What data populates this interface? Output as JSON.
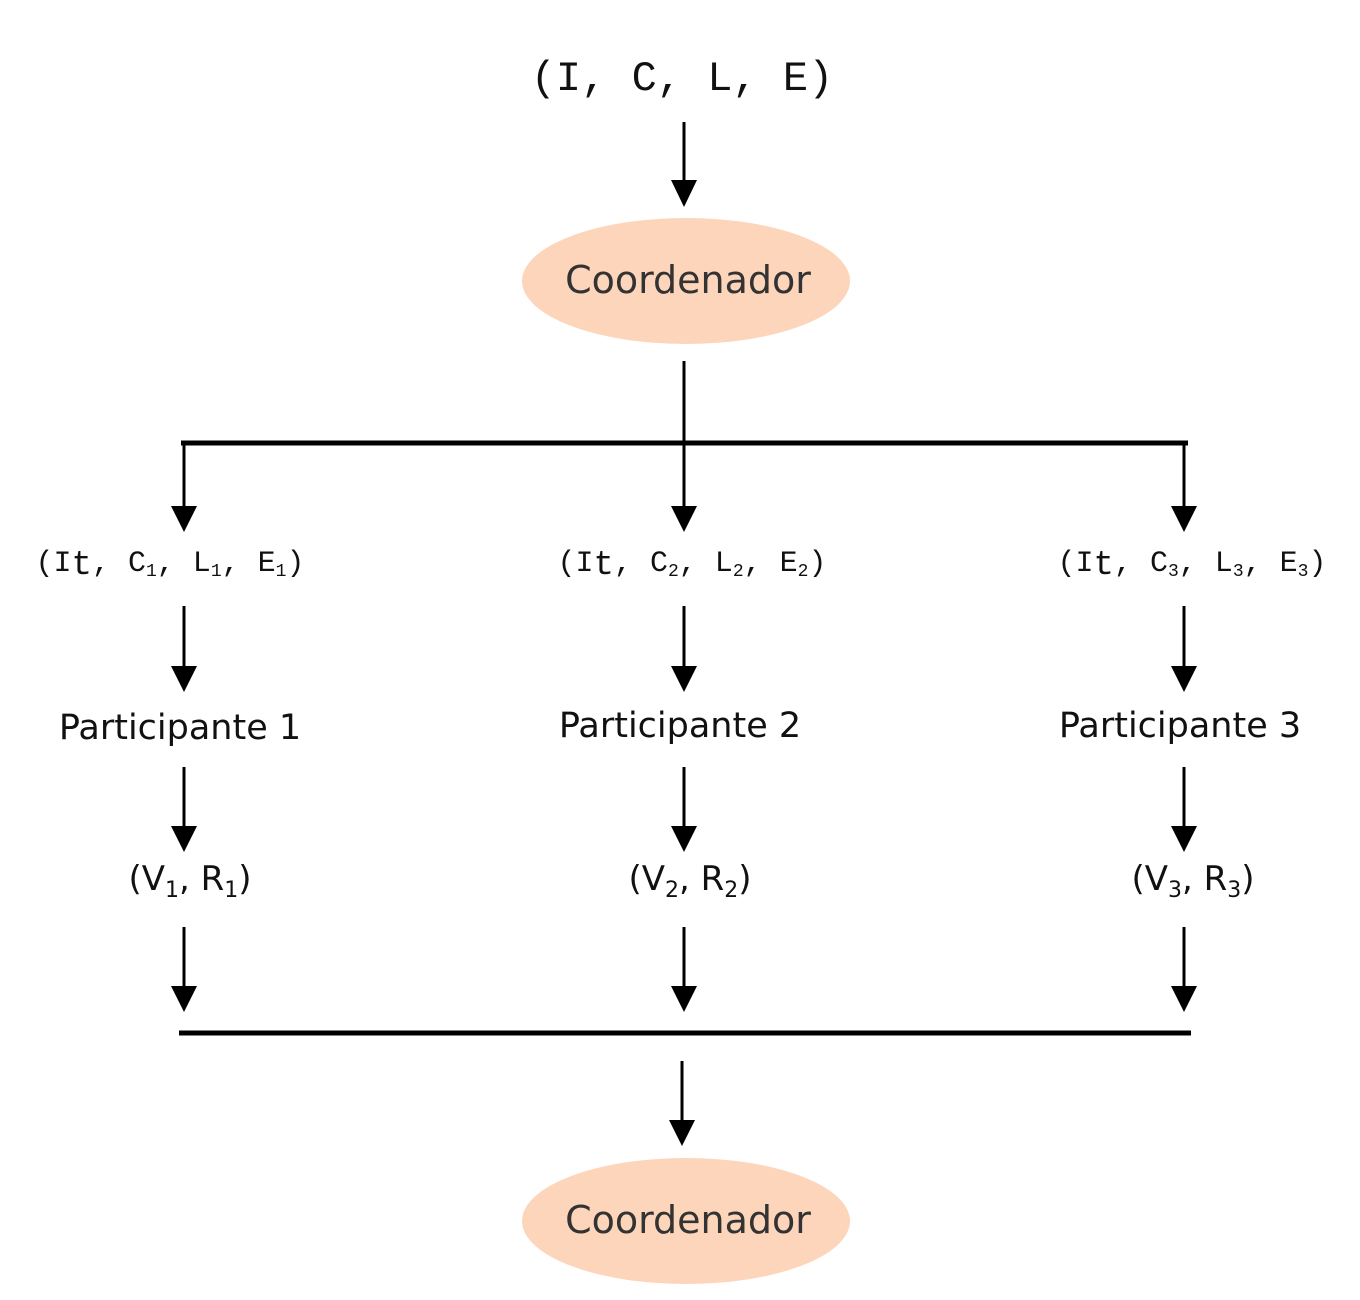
{
  "diagram": {
    "input": {
      "open": "(",
      "parts": [
        "I",
        "C",
        "L",
        "E"
      ],
      "sep": ", ",
      "close": ")"
    },
    "coordinator_top": {
      "label": "Coordenador",
      "color": "#fdd5bb"
    },
    "tuples": [
      {
        "I": "I",
        "t": "t",
        "C": "C",
        "L": "L",
        "E": "E",
        "sub": "1"
      },
      {
        "I": "I",
        "t": "t",
        "C": "C",
        "L": "L",
        "E": "E",
        "sub": "2"
      },
      {
        "I": "I",
        "t": "t",
        "C": "C",
        "L": "L",
        "E": "E",
        "sub": "3"
      }
    ],
    "participants": [
      {
        "label": "Participante 1"
      },
      {
        "label": "Participante 2"
      },
      {
        "label": "Participante 3"
      }
    ],
    "results": [
      {
        "V": "V",
        "R": "R",
        "sub": "1"
      },
      {
        "V": "V",
        "R": "R",
        "sub": "2"
      },
      {
        "V": "V",
        "R": "R",
        "sub": "3"
      }
    ],
    "coordinator_bottom": {
      "label": "Coordenador",
      "color": "#fdd5bb"
    }
  }
}
